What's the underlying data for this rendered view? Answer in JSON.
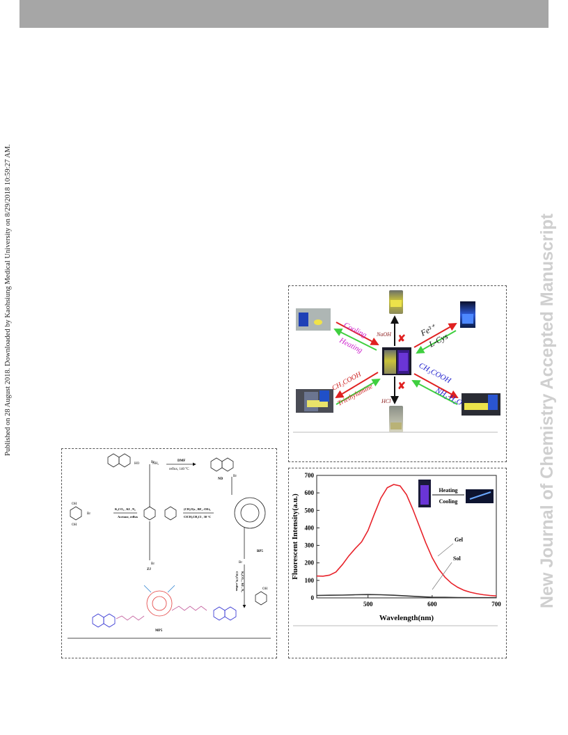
{
  "side_note_left": "Published on 28 August 2018. Downloaded by Kaohsiung Medical University on 8/29/2018 10:59:27 AM.",
  "watermark_right": "New Journal of Chemistry Accepted Manuscript",
  "switch_figure": {
    "left_top": {
      "forward": "Cooling",
      "reverse": "Heating"
    },
    "right_top": {
      "forward": "Fe³⁺",
      "reverse": "L-Cys"
    },
    "left_bottom": {
      "forward": "CH₃COOH",
      "reverse": "Triethylamine"
    },
    "right_bottom": {
      "forward": "CH₃COOH",
      "reverse": "NH₃·H₂O"
    },
    "up": "NaOH",
    "down": "HCl"
  },
  "synthesis_scheme": {
    "step1": {
      "reagents_top": "DMF",
      "reagents_bottom": "reflux, 140 °C",
      "reactant": "HO",
      "amine": "NH₂",
      "product": "ND"
    },
    "step2": {
      "reagents_top": "K₂CO₃ , KI , N₂",
      "reagents_bottom": "Acetone, reflux",
      "product": "ZJ"
    },
    "step3": {
      "reagents_top": "(CH₂O)ₙ , BF₃ .OEt₂",
      "reagents_bottom": "ClCH₂CH₂Cl , 30 °C",
      "product": "BP5"
    },
    "step4": {
      "reagents": "K₂CO₃ , KI , N₂",
      "solvent": "CH₃CN, reflux",
      "product": "MP5"
    },
    "br": "Br",
    "oh": "OH"
  },
  "chart_data": {
    "type": "line",
    "xlabel": "Wavelength(nm)",
    "ylabel": "Fluorescent Intensity(a.u.)",
    "xlim": [
      420,
      700
    ],
    "ylim": [
      0,
      700
    ],
    "xticks": [
      500,
      600,
      700
    ],
    "yticks": [
      0,
      100,
      200,
      300,
      400,
      500,
      600,
      700
    ],
    "grid": false,
    "series": [
      {
        "name": "Gel",
        "color": "#e8222a",
        "x": [
          420,
          430,
          440,
          450,
          460,
          470,
          480,
          490,
          500,
          510,
          520,
          530,
          540,
          550,
          560,
          570,
          580,
          590,
          600,
          610,
          620,
          630,
          640,
          650,
          660,
          670,
          680,
          690,
          700
        ],
        "y": [
          125,
          124,
          130,
          148,
          190,
          240,
          282,
          320,
          385,
          480,
          570,
          630,
          648,
          640,
          590,
          505,
          410,
          315,
          230,
          165,
          118,
          84,
          60,
          43,
          32,
          24,
          18,
          14,
          11
        ]
      },
      {
        "name": "Sol",
        "color": "#333333",
        "x": [
          420,
          440,
          460,
          480,
          500,
          520,
          540,
          560,
          580,
          600,
          620,
          640,
          660,
          680,
          700
        ],
        "y": [
          14,
          15,
          16,
          18,
          19,
          18,
          15,
          11,
          7,
          4,
          3,
          2,
          1,
          1,
          1
        ]
      }
    ],
    "inset": {
      "top": "Heating",
      "bottom": "Cooling"
    }
  }
}
